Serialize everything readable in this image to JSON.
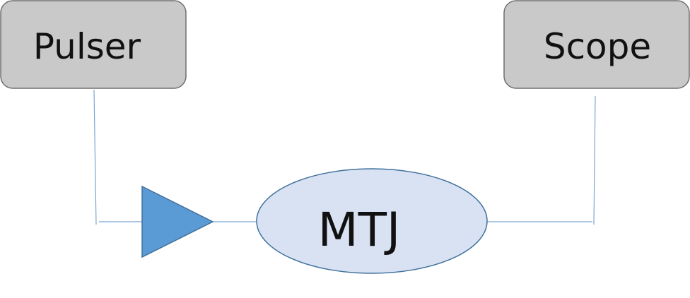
{
  "blocks": {
    "pulser": {
      "label": "Pulser"
    },
    "scope": {
      "label": "Scope"
    },
    "mtj": {
      "label": "MTJ"
    }
  },
  "colors": {
    "box_fill": "#c9c9c9",
    "box_stroke": "#6f6f6f",
    "ellipse_fill": "#d9e2f3",
    "ellipse_stroke": "#41719c",
    "amplifier_fill": "#5b9bd5",
    "amplifier_stroke": "#41719c",
    "wire": "#7aa6cf"
  },
  "icons": {
    "amplifier": "amplifier-triangle-icon"
  }
}
